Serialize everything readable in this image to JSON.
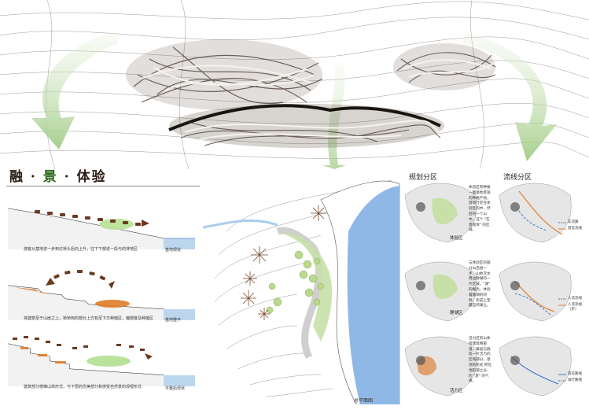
{
  "title": {
    "part1": "融",
    "dot1": "·",
    "part2": "景",
    "dot2": "·",
    "part3": "体验"
  },
  "sections": [
    {
      "caption": "游客从基地进一步到达桥头后向上升，往下下部进一段与的林地区",
      "tag": "基地现状"
    },
    {
      "caption": "将建筑至于山崖之上，桥桥到的部分上方有至下方种植区，偏部度及种植区",
      "tag": "基地整平"
    },
    {
      "caption": "建筑部分楼梯山体形式，与下层的优美部分和感受自然景的观视形式",
      "tag": "平整后现状"
    }
  ],
  "site_plan_label": "总平面图",
  "planning_title": "规划分区",
  "flow_title": "流线分区",
  "zones": [
    {
      "name": "体验区",
      "desc": "体验区有种植一面基地景观的种植产地，游戏行走在体验区的中，然后的一个山中，这个 \"在景观体\" 的区域。"
    },
    {
      "name": "静湖区",
      "desc": "与体验区的部分山后进一步，山依次水周边静湖的一片区域，\"湖\" 的概念，体验着静湖的同时，形成上至最自然湖之。"
    },
    {
      "name": "活力区",
      "desc": "活力区的山体有建筑物部落，每层与群处一片活力的区域部分，基地的形式 所在地形部之分，的 \"游\" 的气质。"
    }
  ],
  "legends": [
    {
      "items": [
        "车流路",
        "游览流线"
      ]
    },
    {
      "items": [
        "人流流线",
        "人流流线（步）"
      ]
    },
    {
      "items": [
        "游览路线",
        "骑行路线"
      ]
    }
  ],
  "colors": {
    "accent_green": "#2e6b1e",
    "arrow_green": "#9cc97f",
    "water": "#5a8ac8",
    "wood": "#7a4a2a",
    "orange": "#e08030"
  }
}
